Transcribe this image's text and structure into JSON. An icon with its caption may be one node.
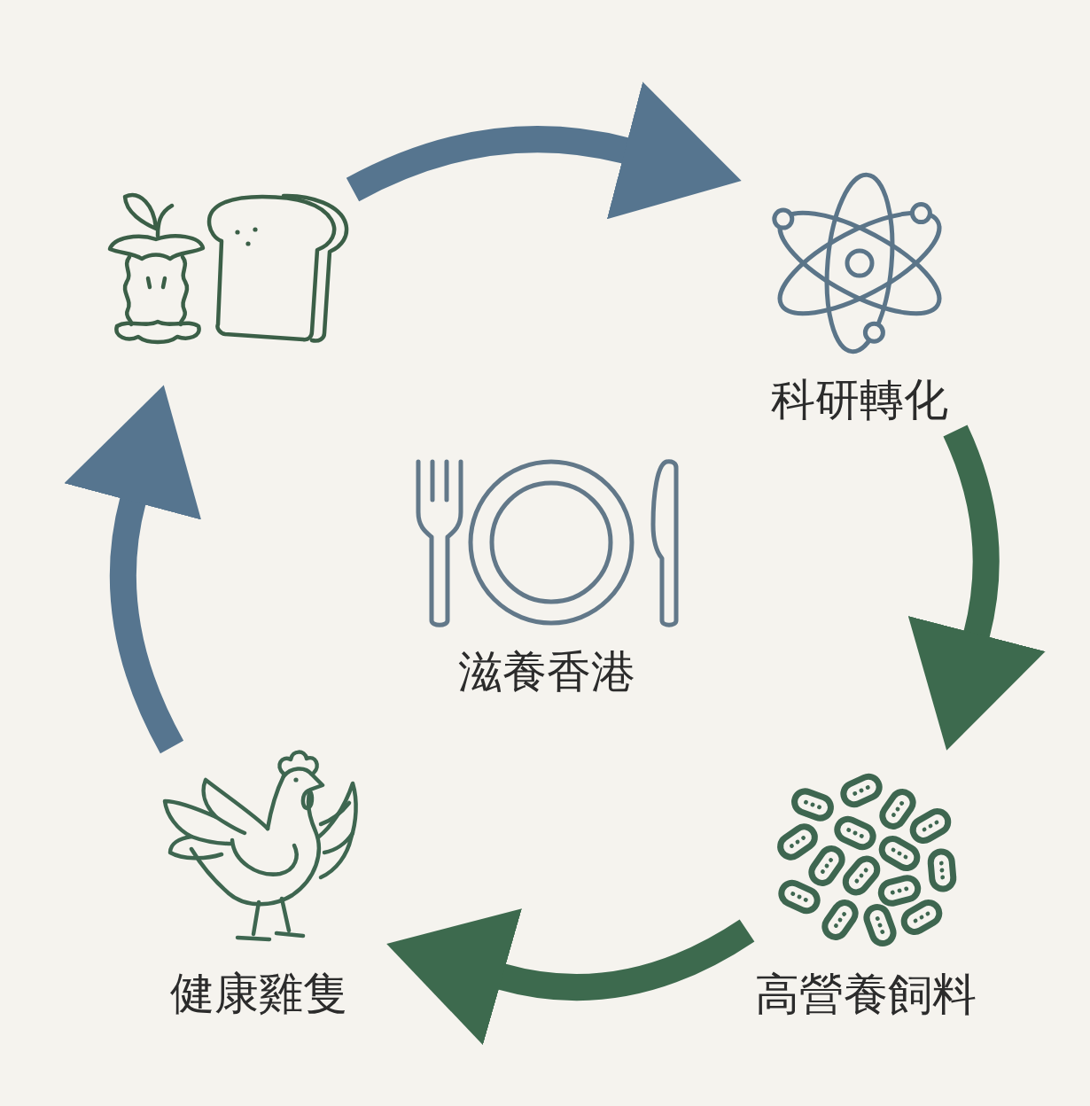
{
  "diagram": {
    "nodes": [
      {
        "text": [],
        "shape": "picture"
      },
      {
        "text": [
          "科研轉化"
        ]
      },
      {
        "text": [
          "滋養香港"
        ]
      },
      {
        "text": [
          "健康雞隻"
        ]
      },
      {
        "text": [
          "高營養飼料"
        ]
      }
    ],
    "edges": [
      {
        "from": 0,
        "to": 1,
        "arrow": "to",
        "color": "#56758f"
      },
      {
        "from": 1,
        "to": 4,
        "arrow": "to",
        "color": "#3d6a4e"
      },
      {
        "from": 4,
        "to": 3,
        "arrow": "to",
        "color": "#3d6a4e"
      },
      {
        "from": 3,
        "to": 0,
        "arrow": "to",
        "color": "#56758f"
      }
    ]
  }
}
